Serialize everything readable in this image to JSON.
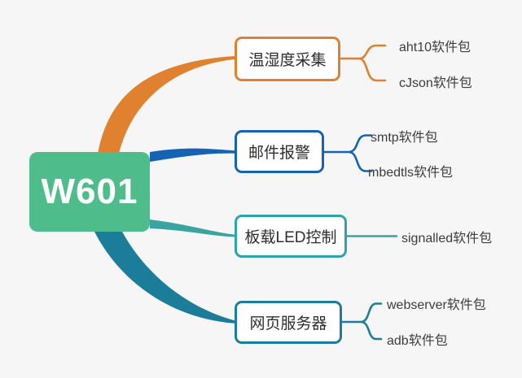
{
  "app": {
    "type": "mind-map",
    "background_color": "#f6f6f6"
  },
  "root": {
    "label": "W601",
    "fill_color": "#4fbd8b",
    "text_color": "#ffffff"
  },
  "branches": [
    {
      "label": "温湿度采集",
      "color": "#e0812f",
      "children": [
        {
          "label": "aht10软件包"
        },
        {
          "label": "cJson软件包"
        }
      ]
    },
    {
      "label": "邮件报警",
      "color": "#1563b2",
      "children": [
        {
          "label": "smtp软件包"
        },
        {
          "label": "mbedtls软件包"
        }
      ]
    },
    {
      "label": "板载LED控制",
      "color": "#2fa3a9",
      "connector_color": "#3aa4a0",
      "children": [
        {
          "label": "signalled软件包"
        }
      ]
    },
    {
      "label": "网页服务器",
      "color": "#1b7d99",
      "children": [
        {
          "label": "webserver软件包"
        },
        {
          "label": "adb软件包"
        }
      ]
    }
  ]
}
